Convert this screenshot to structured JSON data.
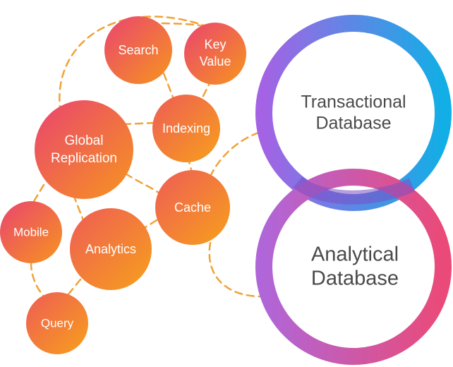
{
  "nodes": {
    "search": "Search",
    "key_value_line1": "Key",
    "key_value_line2": "Value",
    "indexing": "Indexing",
    "global_replication_line1": "Global",
    "global_replication_line2": "Replication",
    "cache": "Cache",
    "mobile": "Mobile",
    "analytics": "Analytics",
    "query": "Query"
  },
  "rings": {
    "transactional_line1": "Transactional",
    "transactional_line2": "Database",
    "analytical_line1": "Analytical",
    "analytical_line2": "Database"
  },
  "colors": {
    "link": "#f0a236",
    "bubble_pink": "#eb4b6c",
    "bubble_orange": "#f6951e",
    "ring_top_start": "#a463e4",
    "ring_top_end": "#12aee6",
    "ring_bottom_start": "#b066d8",
    "ring_bottom_end": "#ea4a78"
  }
}
